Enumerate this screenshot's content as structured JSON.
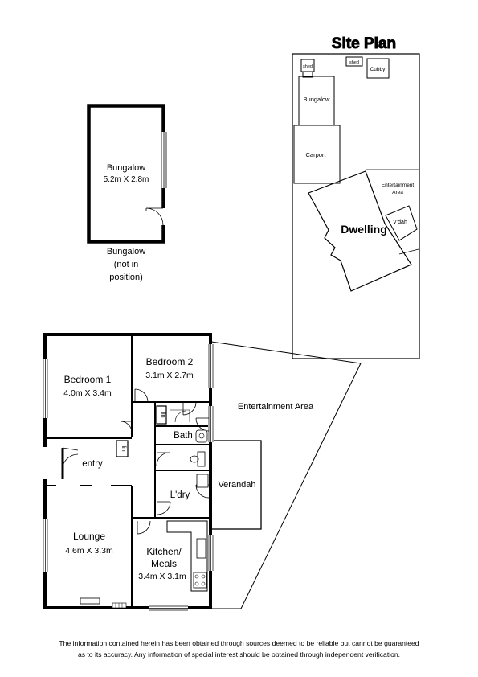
{
  "site_plan": {
    "title": "Site Plan",
    "shed_1": "shed",
    "shed_2": "shed",
    "cubby": "Cubby",
    "bungalow": "Bungalow",
    "carport": "Carport",
    "entertainment_area_l1": "Entertainment",
    "entertainment_area_l2": "Area",
    "vdah": "V'dah",
    "dwelling": "Dwelling"
  },
  "bungalow_plan": {
    "name": "Bungalow",
    "size": "5.2m X 2.8m",
    "caption_l1": "Bungalow",
    "caption_l2": "(not in",
    "caption_l3": "position)"
  },
  "floor_plan": {
    "bedroom1_name": "Bedroom 1",
    "bedroom1_size": "4.0m X 3.4m",
    "bedroom2_name": "Bedroom 2",
    "bedroom2_size": "3.1m X 2.7m",
    "entertainment_area": "Entertainment Area",
    "bath": "Bath",
    "lin_1": "lin",
    "lin_2": "lin",
    "entry": "entry",
    "verandah": "Verandah",
    "laundry": "L'dry",
    "lounge_name": "Lounge",
    "lounge_size": "4.6m X 3.3m",
    "kitchen_name_l1": "Kitchen/",
    "kitchen_name_l2": "Meals",
    "kitchen_size": "3.4m X 3.1m"
  },
  "disclaimer": {
    "line1": "The information contained herein has been obtained through sources deemed to be reliable but cannot be guaranteed",
    "line2": "as to its accuracy.  Any information of special interest should be obtained through independent verification."
  }
}
